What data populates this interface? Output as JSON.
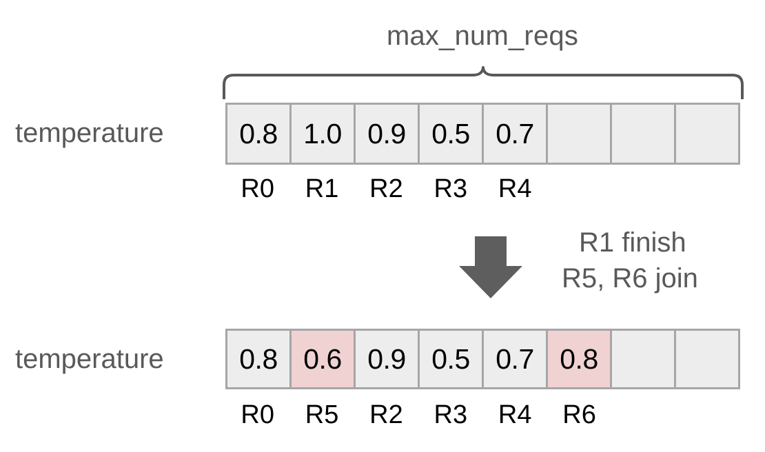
{
  "diagram": {
    "title_label": "max_num_reqs",
    "brace": {
      "icon": "curly-brace-top",
      "color": "#595959"
    },
    "arrow": {
      "icon": "down-arrow-icon",
      "color": "#5e5e5e"
    },
    "colors": {
      "cell_fill": "#ededed",
      "cell_border": "#a6a6a6",
      "highlight_fill": "#f0d2d2",
      "label_text": "#595959",
      "value_text": "#000000"
    },
    "before": {
      "row_label": "temperature",
      "cells": [
        {
          "value": "0.8",
          "highlight": false
        },
        {
          "value": "1.0",
          "highlight": false
        },
        {
          "value": "0.9",
          "highlight": false
        },
        {
          "value": "0.5",
          "highlight": false
        },
        {
          "value": "0.7",
          "highlight": false
        },
        {
          "value": "",
          "highlight": false
        },
        {
          "value": "",
          "highlight": false
        },
        {
          "value": "",
          "highlight": false
        }
      ],
      "ticks": [
        "R0",
        "R1",
        "R2",
        "R3",
        "R4",
        "",
        "",
        ""
      ]
    },
    "transition": {
      "line1": "R1 finish",
      "line2": "R5, R6 join"
    },
    "after": {
      "row_label": "temperature",
      "cells": [
        {
          "value": "0.8",
          "highlight": false
        },
        {
          "value": "0.6",
          "highlight": true
        },
        {
          "value": "0.9",
          "highlight": false
        },
        {
          "value": "0.5",
          "highlight": false
        },
        {
          "value": "0.7",
          "highlight": false
        },
        {
          "value": "0.8",
          "highlight": true
        },
        {
          "value": "",
          "highlight": false
        },
        {
          "value": "",
          "highlight": false
        }
      ],
      "ticks": [
        "R0",
        "R5",
        "R2",
        "R3",
        "R4",
        "R6",
        "",
        ""
      ]
    }
  }
}
